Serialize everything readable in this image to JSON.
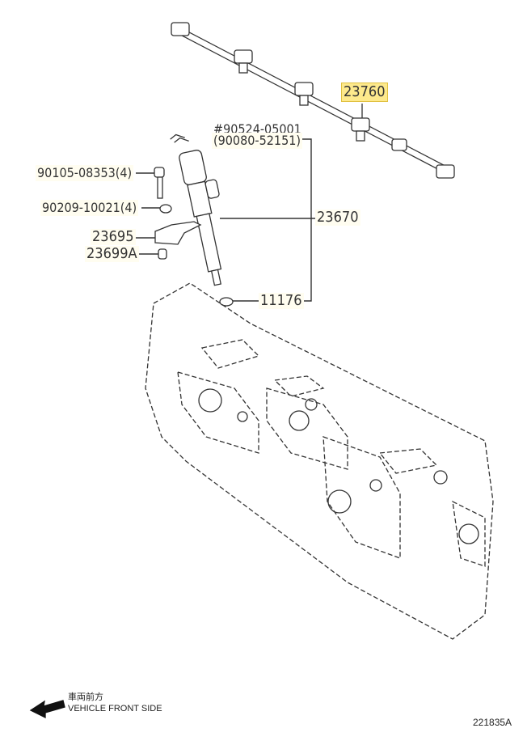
{
  "diagram": {
    "callouts": {
      "rail": "23760",
      "clip_a": "#90524-05001",
      "clip_b": "(90080-52151)",
      "bolt": "90105-08353(4)",
      "washer": "90209-10021(4)",
      "clamp": "23695",
      "nut": "23699A",
      "injector": "23670",
      "gasket": "11176"
    },
    "direction_jp": "車両前方",
    "direction_en": "VEHICLE FRONT SIDE",
    "figure_id": "221835A",
    "highlight_color": "#fde98c"
  }
}
